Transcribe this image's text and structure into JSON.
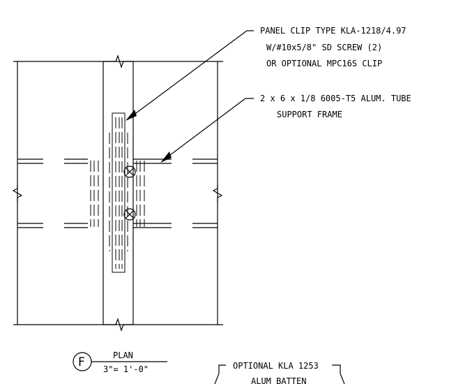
{
  "callouts": {
    "panel_clip": {
      "line1": "PANEL CLIP TYPE KLA-1218/4.97",
      "line2": "W/#10x5/8\" SD SCREW (2)",
      "line3": "OR OPTIONAL MPC16S CLIP"
    },
    "support_frame": {
      "line1": "2 x 6 x 1/8 6005-T5 ALUM. TUBE",
      "line2": "SUPPORT FRAME"
    },
    "batten": {
      "line1": "OPTIONAL KLA 1253",
      "line2": "ALUM BATTEN"
    }
  },
  "detail_title": {
    "letter": "F",
    "name": "PLAN",
    "scale": "3\"= 1'-0\""
  },
  "icons": {
    "screw": "screw-x-symbol",
    "break": "break-line-symbol"
  }
}
